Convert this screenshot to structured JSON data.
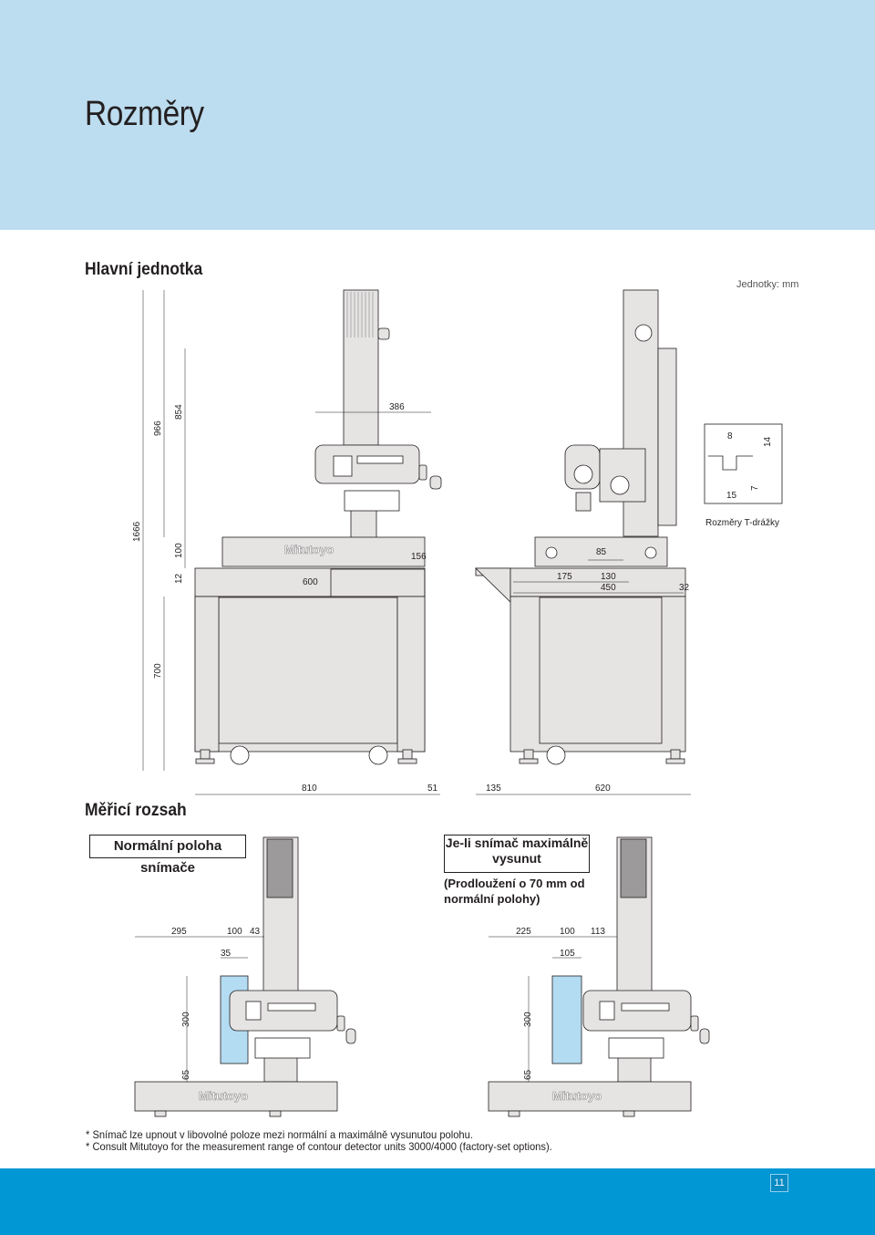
{
  "page": {
    "title": "Rozměry",
    "page_number": "11"
  },
  "main_unit": {
    "heading": "Hlavní jednotka",
    "units_label": "Jednotky: mm",
    "t_slot_caption": "Rozměry T-drážky",
    "brand_label": "Mitutoyo",
    "dimensions": {
      "total_height": "1666",
      "column_966": "966",
      "column_854": "854",
      "base_100": "100",
      "base_12": "12",
      "stand_700": "700",
      "width_386": "386",
      "offset_156": "156",
      "table_600": "600",
      "width_810": "810",
      "gap_51": "51",
      "gap_135": "135",
      "depth_620": "620",
      "depth_175": "175",
      "depth_130": "130",
      "depth_450": "450",
      "depth_85": "85",
      "depth_32": "32",
      "tslot_8": "8",
      "tslot_14": "14",
      "tslot_7": "7",
      "tslot_15": "15"
    }
  },
  "measuring_range": {
    "heading": "Měřicí rozsah",
    "normal_label": "Normální poloha snímače",
    "extended_label_line1": "Je-li snímač maximálně",
    "extended_label_line2": "vysunut",
    "extended_sub_line1": "(Prodloužení o 70 mm od",
    "extended_sub_line2": "normální polohy)",
    "normal_dims": {
      "d295": "295",
      "d100": "100",
      "d43": "43",
      "d35": "35",
      "d300": "300",
      "d65": "65"
    },
    "extended_dims": {
      "d225": "225",
      "d100": "100",
      "d113": "113",
      "d105": "105",
      "d300": "300",
      "d65": "65"
    }
  },
  "notes": {
    "line1": "* Snímač lze upnout v libovolné poloze mezi normální a maximálně vysunutou polohu.",
    "line2": "* Consult Mitutoyo for the measurement range of contour detector units 3000/4000 (factory-set options)."
  },
  "colors": {
    "header_band": "#bcdcef",
    "footer_band": "#0097d4",
    "machine_fill": "#e6e3e3",
    "measuring_zone": "#b3dcf2"
  }
}
